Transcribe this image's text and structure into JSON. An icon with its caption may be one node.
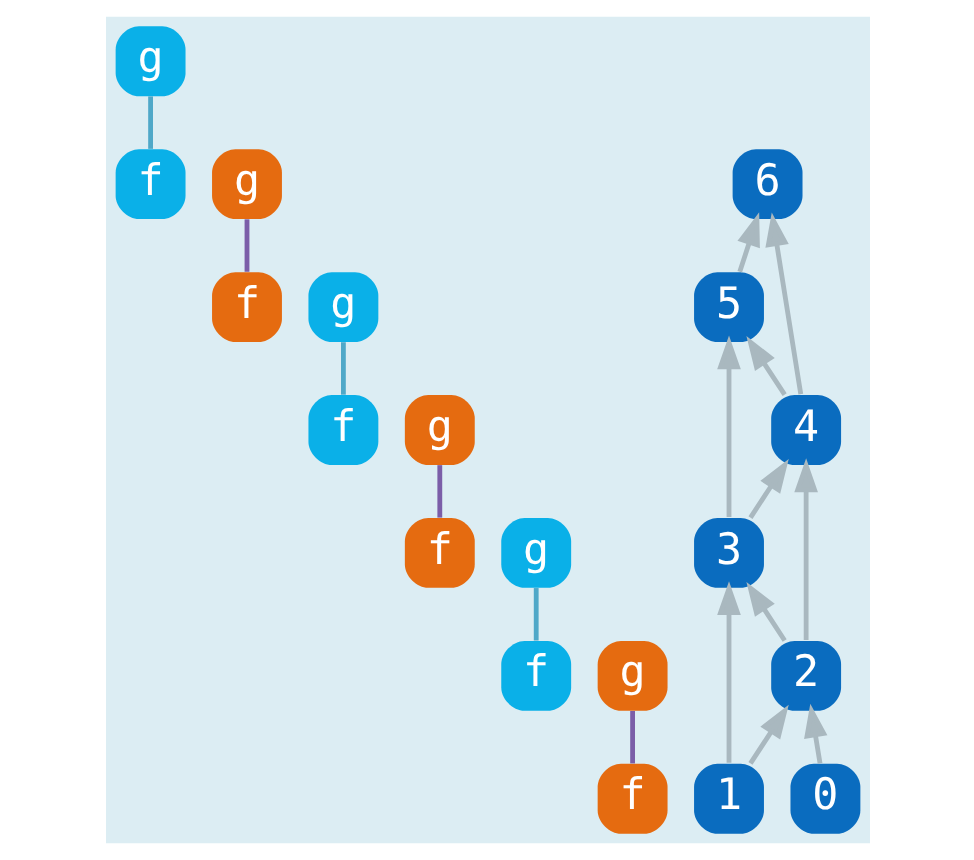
{
  "diagram": {
    "nodes": [
      {
        "text": [
          "g"
        ]
      },
      {
        "text": [
          "g"
        ]
      },
      {
        "text": [
          "f"
        ]
      },
      {
        "text": [
          "f"
        ]
      },
      {
        "text": [
          "g"
        ]
      },
      {
        "text": [
          "g"
        ]
      },
      {
        "text": [
          "f"
        ]
      },
      {
        "text": [
          "f"
        ]
      },
      {
        "text": [
          "g"
        ]
      },
      {
        "text": [
          "g"
        ]
      },
      {
        "text": [
          "f"
        ]
      },
      {
        "text": [
          "f"
        ]
      },
      {
        "text": [
          "6"
        ]
      },
      {
        "text": [
          "5"
        ]
      },
      {
        "text": [
          "4"
        ]
      },
      {
        "text": [
          "3"
        ]
      },
      {
        "text": [
          "2"
        ]
      },
      {
        "text": [
          "1"
        ]
      },
      {
        "text": [
          "0"
        ]
      }
    ],
    "edges": [
      {
        "from": 2,
        "to": 0,
        "arrow": "none",
        "color": "#4fa8c8"
      },
      {
        "from": 3,
        "to": 1,
        "arrow": "none",
        "color": "#7b5ea8"
      },
      {
        "from": 6,
        "to": 4,
        "arrow": "none",
        "color": "#4fa8c8"
      },
      {
        "from": 7,
        "to": 5,
        "arrow": "none",
        "color": "#7b5ea8"
      },
      {
        "from": 10,
        "to": 8,
        "arrow": "none",
        "color": "#4fa8c8"
      },
      {
        "from": 11,
        "to": 9,
        "arrow": "none",
        "color": "#7b5ea8"
      },
      {
        "from": 18,
        "to": 16,
        "arrow": "to"
      },
      {
        "from": 16,
        "to": 14,
        "arrow": "to"
      },
      {
        "from": 14,
        "to": 12,
        "arrow": "to"
      },
      {
        "from": 17,
        "to": 15,
        "arrow": "to"
      },
      {
        "from": 15,
        "to": 13,
        "arrow": "to"
      },
      {
        "from": 17,
        "to": 16,
        "arrow": "to"
      },
      {
        "from": 16,
        "to": 15,
        "arrow": "to"
      },
      {
        "from": 15,
        "to": 14,
        "arrow": "to"
      },
      {
        "from": 14,
        "to": 13,
        "arrow": "to"
      },
      {
        "from": 13,
        "to": 12,
        "arrow": "to"
      }
    ]
  }
}
